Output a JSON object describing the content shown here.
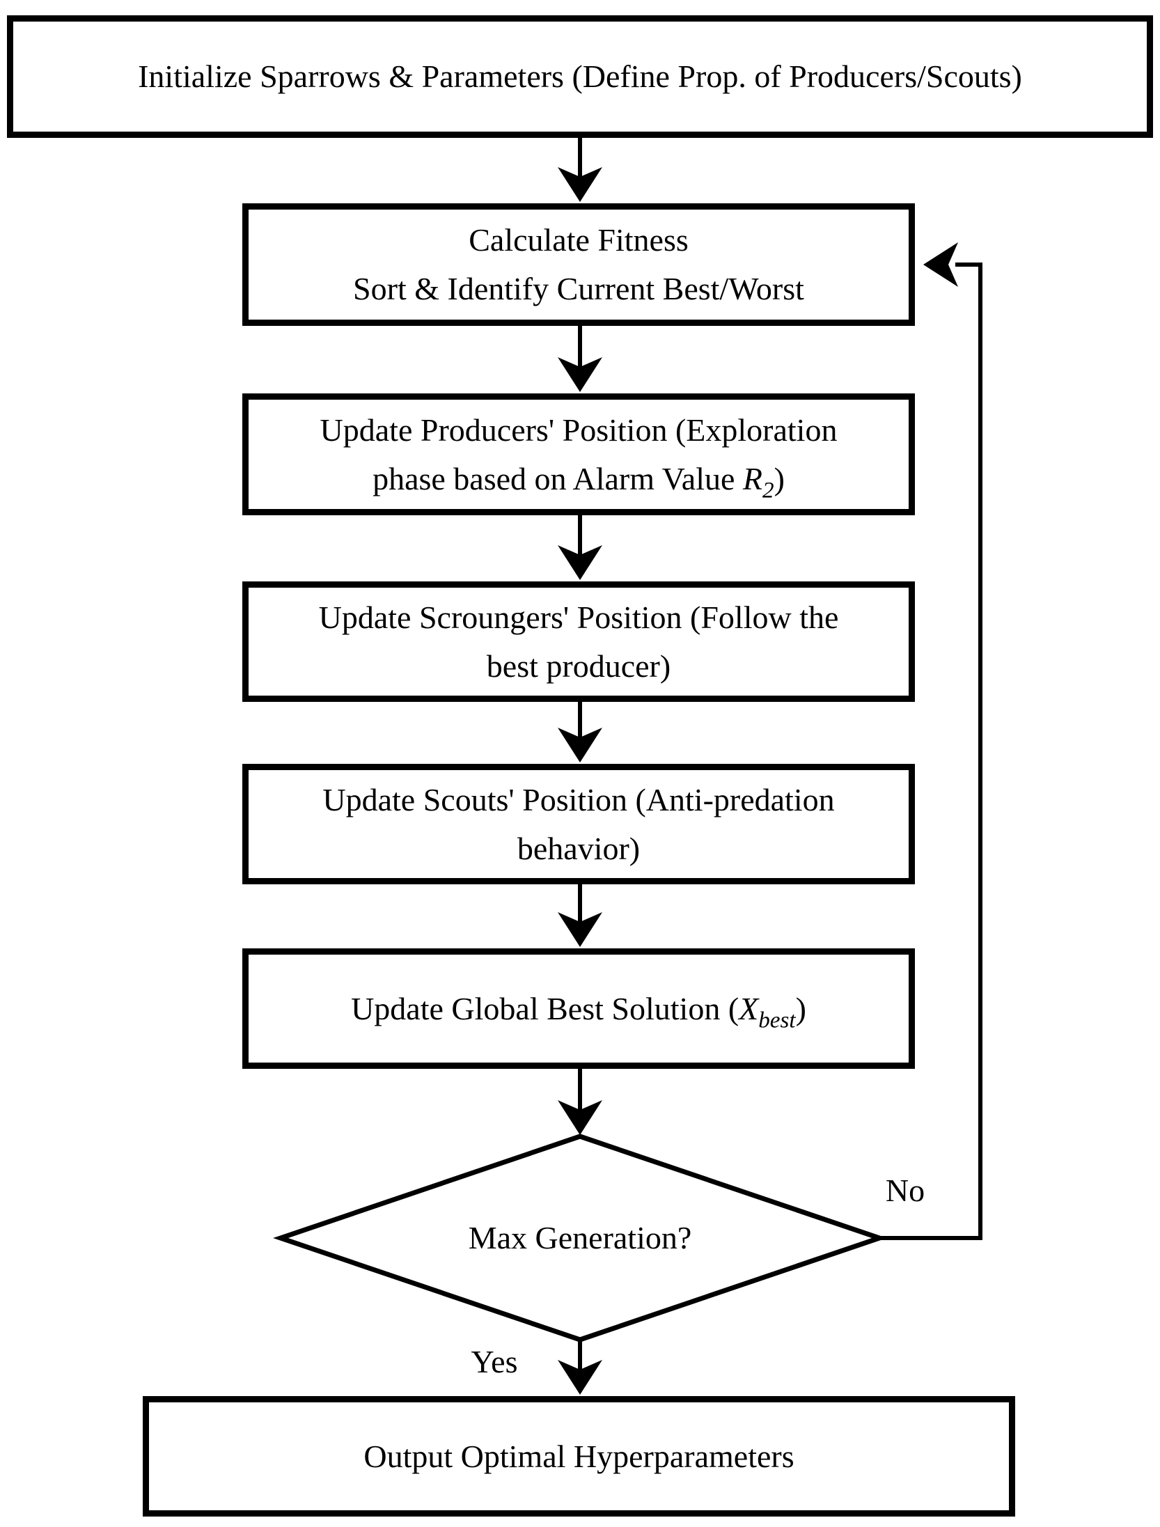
{
  "colors": {
    "line": "#000000",
    "background": "#ffffff"
  },
  "nodes": {
    "init": {
      "label": "Initialize Sparrows & Parameters (Define Prop. of Producers/Scouts)"
    },
    "fitness": {
      "line1": "Calculate Fitness",
      "line2": "Sort & Identify Current Best/Worst"
    },
    "producers": {
      "line1": "Update Producers' Position (Exploration",
      "line2_prefix": "phase based on Alarm Value ",
      "line2_var": "R",
      "line2_sub": "2",
      "line2_suffix": ")"
    },
    "scroungers": {
      "line1": "Update Scroungers' Position (Follow the",
      "line2": "best producer)"
    },
    "scouts": {
      "line1": "Update Scouts' Position (Anti-predation",
      "line2": "behavior)"
    },
    "global_best": {
      "prefix": "Update Global Best Solution (",
      "var": "X",
      "sub": "best",
      "suffix": ")"
    },
    "decision": {
      "label": "Max Generation?"
    },
    "output": {
      "label": "Output Optimal Hyperparameters"
    }
  },
  "edges": {
    "no_label": "No",
    "yes_label": "Yes"
  }
}
